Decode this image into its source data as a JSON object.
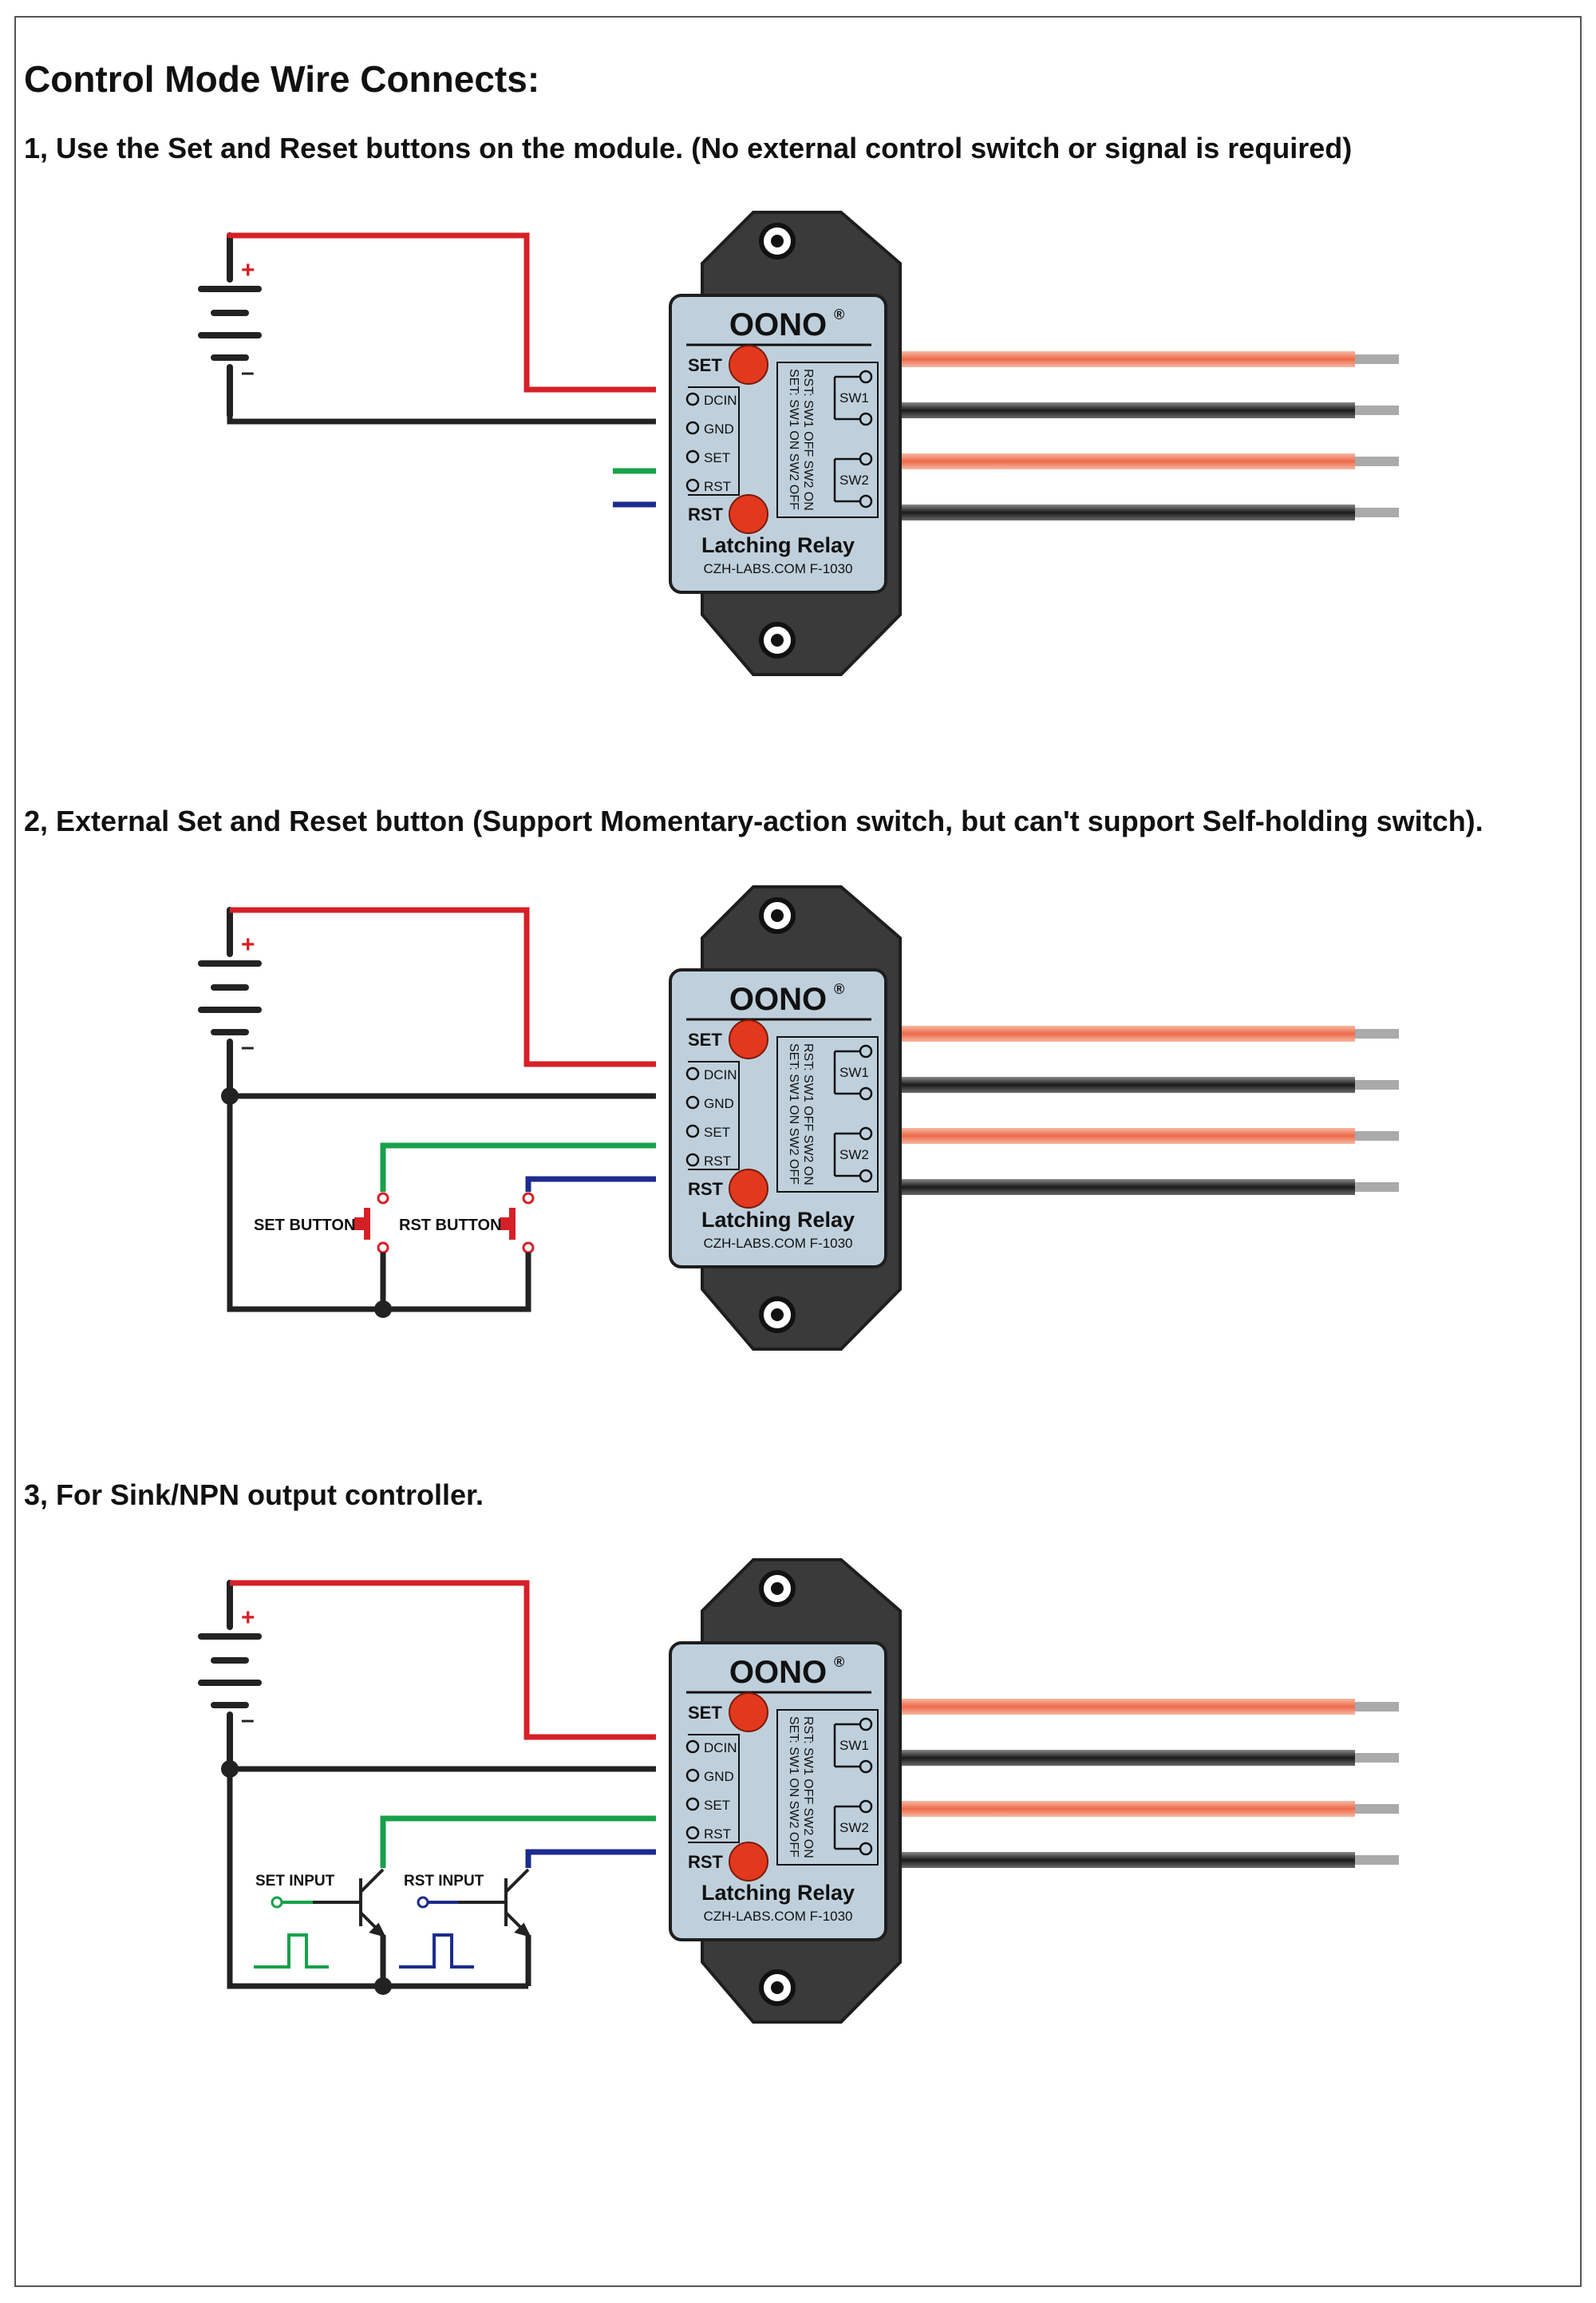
{
  "page_title": "Control Mode Wire Connects:",
  "sections": [
    {
      "title": "1, Use the Set and Reset buttons on the module. (No external control switch or signal is required)"
    },
    {
      "title": "2, External Set and Reset button (Support Momentary-action switch, but can't support Self-holding switch)."
    },
    {
      "title": "3, For Sink/NPN output controller."
    }
  ],
  "battery": {
    "plus": "+",
    "minus": "–"
  },
  "module": {
    "brand": "OONO",
    "reg_mark": "®",
    "set_label": "SET",
    "rst_label": "RST",
    "pins": [
      "DCIN",
      "GND",
      "SET",
      "RST"
    ],
    "state_line_1": "RST: SW1 OFF  SW2 ON",
    "state_line_2": "SET: SW1 ON   SW2 OFF",
    "sw1": "SW1",
    "sw2": "SW2",
    "name": "Latching Relay",
    "footer": "CZH-LABS.COM    F-1030"
  },
  "section2_labels": {
    "set_button": "SET BUTTON",
    "rst_button": "RST BUTTON"
  },
  "section3_labels": {
    "set_input": "SET INPUT",
    "rst_input": "RST INPUT"
  },
  "colors": {
    "red": "#d62027",
    "black": "#222222",
    "green": "#18a14a",
    "blue": "#1c2b8f",
    "orange": "#f08060",
    "module_body": "#3a3a3a",
    "module_panel": "#bfd0dc"
  }
}
